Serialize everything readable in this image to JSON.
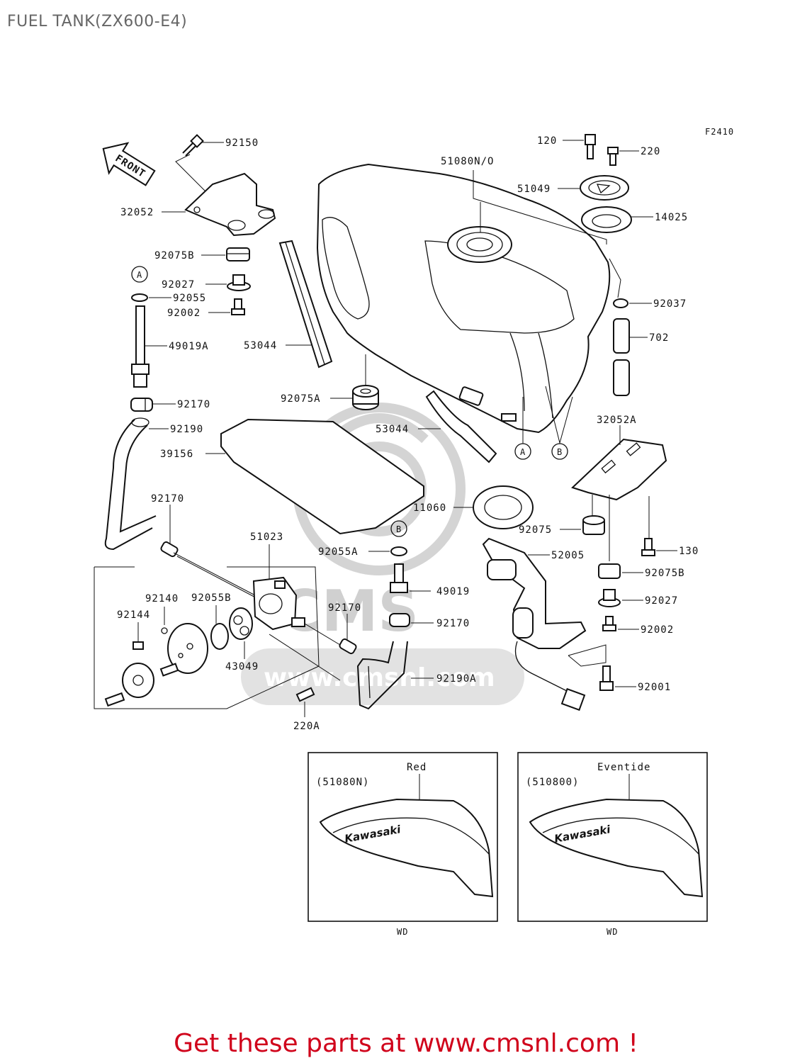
{
  "title": "FUEL TANK(ZX600-E4)",
  "figure_code": "F2410",
  "front_label": "FRONT",
  "watermark": "www.cmsnl.com",
  "watermark_brand": "CMS",
  "labels": {
    "p92150": "92150",
    "p32052": "32052",
    "p92075B": "92075B",
    "p92027": "92027",
    "p92055": "92055",
    "p92002": "92002",
    "p49019A": "49019A",
    "p53044_top": "53044",
    "p92170_top": "92170",
    "p92190": "92190",
    "p39156": "39156",
    "p92170_mid": "92170",
    "p51023": "51023",
    "p92140": "92140",
    "p92055B": "92055B",
    "p92144": "92144",
    "p43049": "43049",
    "p92170_r": "92170",
    "p220A": "220A",
    "p51080": "51080N/O",
    "p120": "120",
    "p220": "220",
    "p51049": "51049",
    "p14025": "14025",
    "p92037": "92037",
    "p702": "702",
    "p92075A": "92075A",
    "p53044_bot": "53044",
    "p32052A": "32052A",
    "p11060": "11060",
    "p92075": "92075",
    "p130": "130",
    "p92055A": "92055A",
    "p52005": "52005",
    "p92075B_r": "92075B",
    "p49019": "49019",
    "p92027_r": "92027",
    "p92170_b": "92170",
    "p92002_r": "92002",
    "p92190A": "92190A",
    "p92001": "92001"
  },
  "callouts": {
    "a": "A",
    "b": "B"
  },
  "variants": [
    {
      "code": "(51080N)",
      "color": "Red",
      "brand": "Kawasaki",
      "footer": "WD"
    },
    {
      "code": "(510800)",
      "color": "Eventide",
      "brand": "Kawasaki",
      "footer": "WD"
    }
  ],
  "footer_text": "Get these parts at www.cmsnl.com !"
}
